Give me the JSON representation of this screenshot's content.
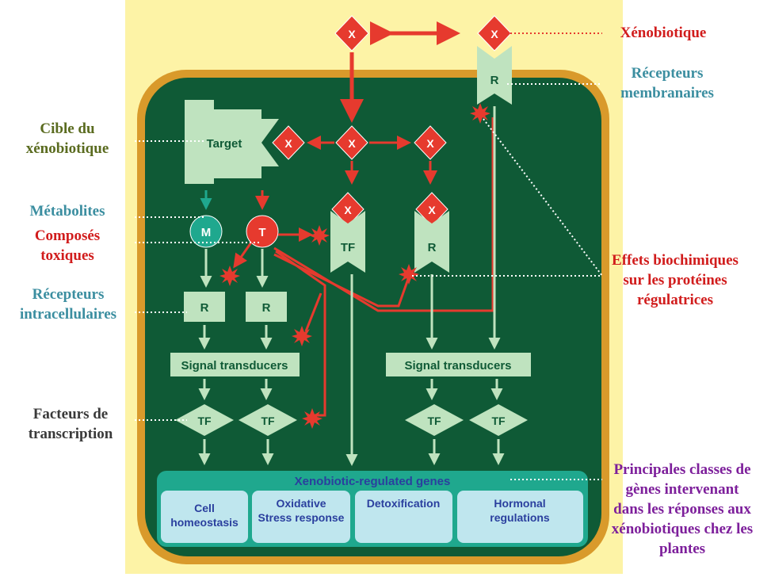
{
  "diagram": {
    "node_x": "X",
    "node_r": "R",
    "node_m": "M",
    "node_t": "T",
    "node_tf": "TF",
    "target": "Target",
    "signal_transducers": "Signal transducers",
    "genes_title": "Xenobiotic-regulated genes",
    "gene_classes": [
      {
        "line1": "Cell",
        "line2": "homeostasis"
      },
      {
        "line1": "Oxidative",
        "line2": "Stress response"
      },
      {
        "line1": "Detoxification",
        "line2": ""
      },
      {
        "line1": "Hormonal",
        "line2": "regulations"
      }
    ]
  },
  "labels": {
    "xenobiotique": "Xénobiotique",
    "recepteurs_membranaires": [
      "Récepteurs",
      "membranaires"
    ],
    "cible": [
      "Cible du",
      "xénobiotique"
    ],
    "metabolites": "Métabolites",
    "composes_toxiques": [
      "Composés",
      "toxiques"
    ],
    "recepteurs_intracellulaires": [
      "Récepteurs",
      "intracellulaires"
    ],
    "facteurs": [
      "Facteurs de",
      "transcription"
    ],
    "effets": [
      "Effets biochimiques",
      "sur les protéines",
      "régulatrices"
    ],
    "principales": [
      "Principales classes de",
      "gènes intervenant",
      "dans les réponses aux",
      "xénobiotiques chez les",
      "plantes"
    ]
  },
  "colors": {
    "background": "#fdf3a6",
    "cell_fill": "#0f5a36",
    "cell_border": "#d99a2b",
    "light_green": "#bfe3bf",
    "red": "#e63a2e",
    "teal": "#1fa88e",
    "gene_box": "#bfe6ee"
  }
}
